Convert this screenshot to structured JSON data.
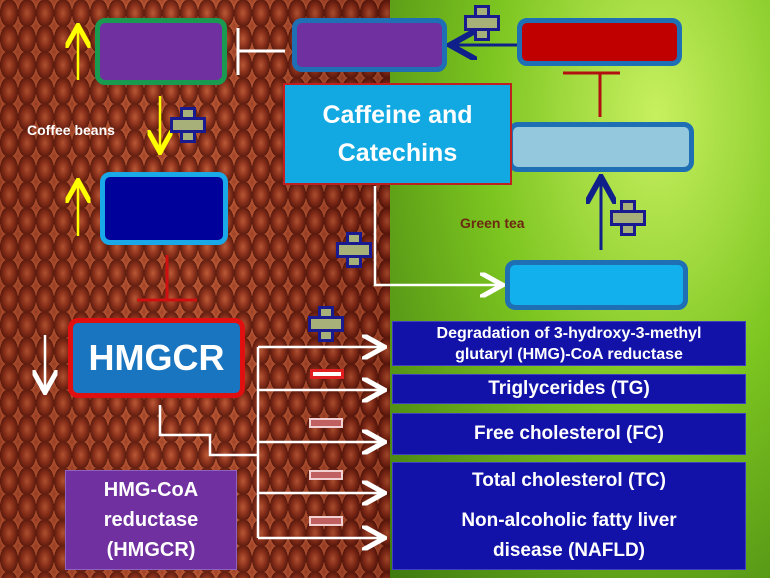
{
  "center_label": "Caffeine and Catechins",
  "coffee_label": "Coffee beans",
  "tea_label": "Green tea",
  "enzyme_abbrev": "HMGCR",
  "enzyme_full": [
    "HMG-CoA",
    "reductase",
    "(HMGCR)"
  ],
  "outcomes": [
    {
      "lines": [
        "Degradation of 3-hydroxy-3-methyl",
        "glutaryl  (HMG)-CoA reductase"
      ],
      "effect": "plus"
    },
    {
      "lines": [
        "Triglycerides (TG)"
      ],
      "effect": "minus"
    },
    {
      "lines": [
        "Free cholesterol (FC)"
      ],
      "effect": "minus"
    },
    {
      "lines": [
        "Total cholesterol (TC)"
      ],
      "effect": "minus"
    },
    {
      "lines": [
        "Non-alcoholic fatty liver",
        "disease (NAFLD)"
      ],
      "effect": "minus"
    }
  ],
  "colors": {
    "purple": "#7030a0",
    "red": "#c00000",
    "navy": "#00009a",
    "sky": "#12a9e2",
    "lightblue": "#94c8dc",
    "hmgcr": "#1a75c0"
  }
}
